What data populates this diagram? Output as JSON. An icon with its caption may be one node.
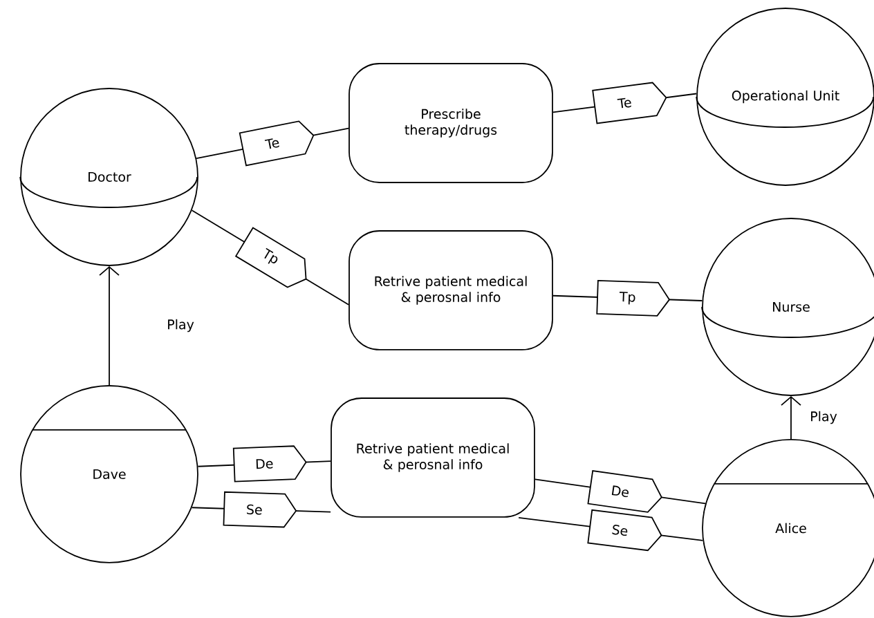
{
  "diagram": {
    "nodes": [
      {
        "text": [
          "Doctor"
        ]
      },
      {
        "text": [
          "Prescribe therapy/drugs"
        ]
      },
      {
        "text": [
          "Operational Unit"
        ]
      },
      {
        "text": [
          "Retrive patient medical & perosnal info"
        ]
      },
      {
        "text": [
          "Nurse"
        ]
      },
      {
        "text": [
          "Dave"
        ]
      },
      {
        "text": [
          "Retrive patient medical & perosnal info"
        ]
      },
      {
        "text": [
          "Alice"
        ]
      }
    ],
    "edges": [
      {
        "from": 1,
        "to": 0,
        "arrow": "none",
        "label": "Te"
      },
      {
        "from": 2,
        "to": 1,
        "arrow": "none",
        "label": "Te"
      },
      {
        "from": 0,
        "to": 3,
        "arrow": "none",
        "label": "Tp"
      },
      {
        "from": 3,
        "to": 4,
        "arrow": "none",
        "label": "Tp"
      },
      {
        "from": 5,
        "to": 0,
        "arrow": "to",
        "label": "Play"
      },
      {
        "from": 7,
        "to": 4,
        "arrow": "to",
        "label": "Play"
      },
      {
        "from": 5,
        "to": 6,
        "arrow": "none",
        "label": "De"
      },
      {
        "from": 5,
        "to": 6,
        "arrow": "none",
        "label": "Se"
      },
      {
        "from": 6,
        "to": 7,
        "arrow": "none",
        "label": "De"
      },
      {
        "from": 6,
        "to": 7,
        "arrow": "none",
        "label": "Se"
      }
    ]
  }
}
